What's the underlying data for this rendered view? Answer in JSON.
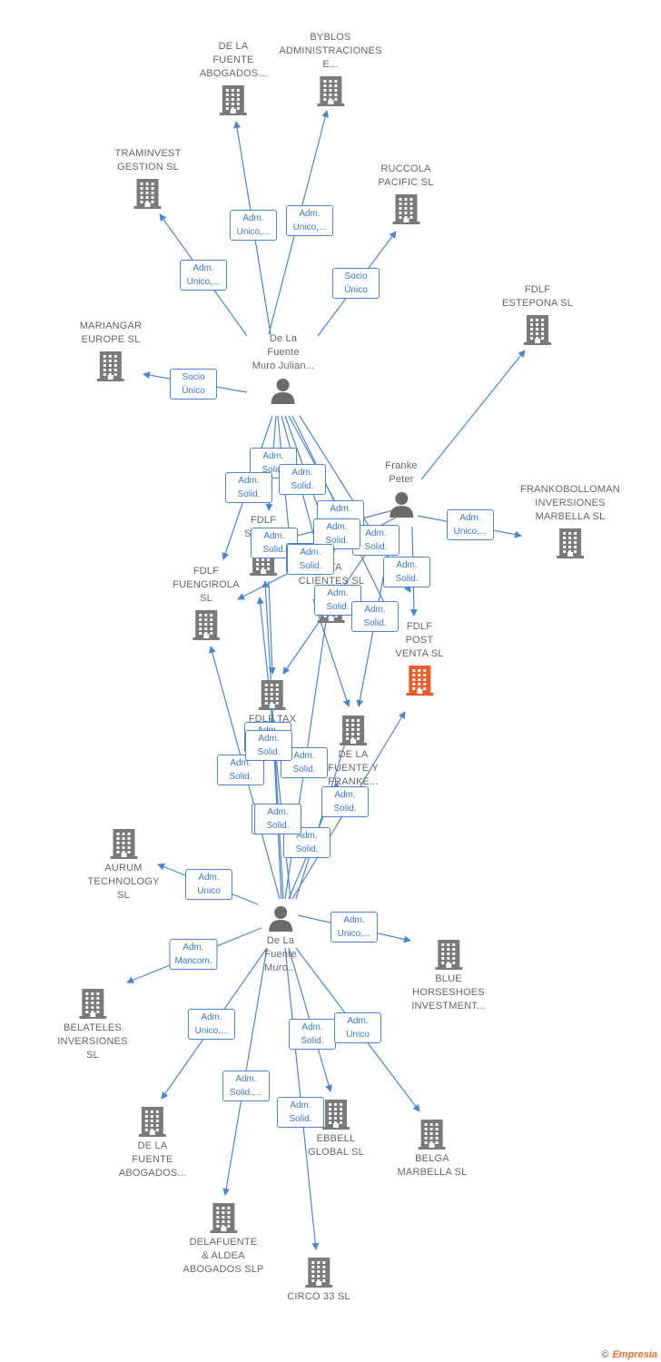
{
  "colors": {
    "edge": "#4a86d4",
    "building": "#7a7a7a",
    "highlight": "#f05a28",
    "person": "#6b6b6b",
    "label": "#666666"
  },
  "nodes": [
    {
      "id": "dlf_abog1",
      "kind": "company",
      "label": "DE LA\nFUENTE\nABOGADOS..."
    },
    {
      "id": "byblos",
      "kind": "company",
      "label": "BYBLOS\nADMINISTRACIONES\nE..."
    },
    {
      "id": "traminvest",
      "kind": "company",
      "label": "TRAMINVEST\nGESTION  SL"
    },
    {
      "id": "ruccola",
      "kind": "company",
      "label": "RUCCOLA\nPACIFIC  SL"
    },
    {
      "id": "fdlf_estepona",
      "kind": "company",
      "label": "FDLF\nESTEPONA  SL"
    },
    {
      "id": "mariangar",
      "kind": "company",
      "label": "MARIANGAR\nEUROPE  SL"
    },
    {
      "id": "julian",
      "kind": "person",
      "label": "De La\nFuente\nMuro Julian..."
    },
    {
      "id": "franke",
      "kind": "person",
      "label": "Franke\nPeter"
    },
    {
      "id": "frankobolloman",
      "kind": "company",
      "label": "FRANKOBOLLOMAN\nINVERSIONES\nMARBELLA  SL"
    },
    {
      "id": "fdlf_sport",
      "kind": "company",
      "label": "FDLF\nSPOR..."
    },
    {
      "id": "fdlf_fuengirola",
      "kind": "company",
      "label": "FDLF\nFUENGIROLA\nSL"
    },
    {
      "id": "fdlf_clientes",
      "kind": "company",
      "label": "...TA\nCLIENTES  SL"
    },
    {
      "id": "fdlf_postventa",
      "kind": "company",
      "highlight": true,
      "label": "FDLF\nPOST\nVENTA  SL"
    },
    {
      "id": "fdlf_tax",
      "kind": "company",
      "label": "FDLF TAX\nAD...  SL"
    },
    {
      "id": "dlf_franke",
      "kind": "company",
      "label": "DE LA\nFUENTE Y\nFRANKE..."
    },
    {
      "id": "aurum",
      "kind": "company",
      "label": "AURUM\nTECHNOLOGY\nSL"
    },
    {
      "id": "muro",
      "kind": "person",
      "label": "De La\nFuente\nMuro..."
    },
    {
      "id": "blue",
      "kind": "company",
      "label": "BLUE\nHORSESHOES\nINVESTMENT..."
    },
    {
      "id": "belateles",
      "kind": "company",
      "label": "BELATELES\nINVERSIONES\nSL"
    },
    {
      "id": "dlf_abog2",
      "kind": "company",
      "label": "DE LA\nFUENTE\nABOGADOS..."
    },
    {
      "id": "ebbell",
      "kind": "company",
      "label": "EBBELL\nGLOBAL  SL"
    },
    {
      "id": "belga",
      "kind": "company",
      "label": "BELGA\nMARBELLA  SL"
    },
    {
      "id": "delafuente_aldea",
      "kind": "company",
      "label": "DELAFUENTE\n& ALDEA\nABOGADOS  SLP"
    },
    {
      "id": "circo",
      "kind": "company",
      "label": "CIRCO 33  SL"
    }
  ],
  "edge_labels": [
    "Adm.\nUnico,...",
    "Adm.\nUnico,...",
    "Adm.\nUnico,...",
    "Socio\nÚnico",
    "Socio\nÚnico",
    "Adm.\nSolid.",
    "Adm.\nSolid.",
    "Adm.\nSolid.",
    "Adm.\nSolid.",
    "Adm.\nSolid.",
    "Adm.\nSolid.",
    "Adm.\nSolid.",
    "Adm.\nSolid.",
    "Adm.\nSolid.",
    "Adm.\nSolid.",
    "Adm.\nUnico,...",
    "Adm.\nSolid.",
    "Adm.\nSolid.",
    "Adm.\nSolid.",
    "Adm.\nSolid.",
    "Adm.\nSolid.",
    "Adm.\nSolid.",
    "Adm.\nSolid.",
    "Adm.\nSolid.",
    "Adm.\nSolid.",
    "Adm.\nSolid.",
    "Adm.\nUnico",
    "Adm.\nUnico,...",
    "Adm.\nMancom.",
    "Adm.\nUnico,...",
    "Adm.\nSolid.",
    "Adm.\nUnico",
    "Adm.\nSolid.,...",
    "Adm.\nSolid."
  ],
  "footer": {
    "copyright": "©",
    "brand": "Empresia"
  }
}
